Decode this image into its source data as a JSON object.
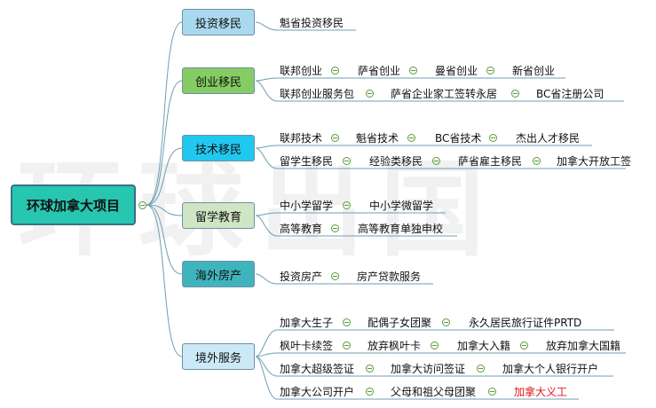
{
  "root": {
    "label": "环球加拿大项目"
  },
  "watermark": {
    "text": "环球出国"
  },
  "categories": [
    {
      "label": "投资移民",
      "rows": [
        [
          "魁省投资移民"
        ]
      ]
    },
    {
      "label": "创业移民",
      "rows": [
        [
          "联邦创业",
          "萨省创业",
          "曼省创业",
          "新省创业"
        ],
        [
          "联邦创业服务包",
          "萨省企业家工签转永居",
          "BC省注册公司"
        ]
      ]
    },
    {
      "label": "技术移民",
      "rows": [
        [
          "联邦技术",
          "魁省技术",
          "BC省技术",
          "杰出人才移民"
        ],
        [
          "留学生移民",
          "经验类移民",
          "萨省雇主移民",
          "加拿大开放工签"
        ]
      ]
    },
    {
      "label": "留学教育",
      "rows": [
        [
          "中小学留学",
          "中小学微留学"
        ],
        [
          "高等教育",
          "高等教育单独申校"
        ]
      ]
    },
    {
      "label": "海外房产",
      "rows": [
        [
          "投资房产",
          "房产贷款服务"
        ]
      ]
    },
    {
      "label": "境外服务",
      "rows": [
        [
          "加拿大生子",
          "配偶子女团聚",
          "永久居民旅行证件PRTD"
        ],
        [
          "枫叶卡续签",
          "放弃枫叶卡",
          "加拿大入籍",
          "放弃加拿大国籍"
        ],
        [
          "加拿大超级签证",
          "加拿大访问签证",
          "加拿大个人银行开户"
        ],
        [
          "加拿大公司开户",
          "父母和祖父母团聚",
          "加拿大义工"
        ]
      ]
    }
  ],
  "highlight_color": "#e0161b",
  "highlighted_item": "加拿大义工"
}
